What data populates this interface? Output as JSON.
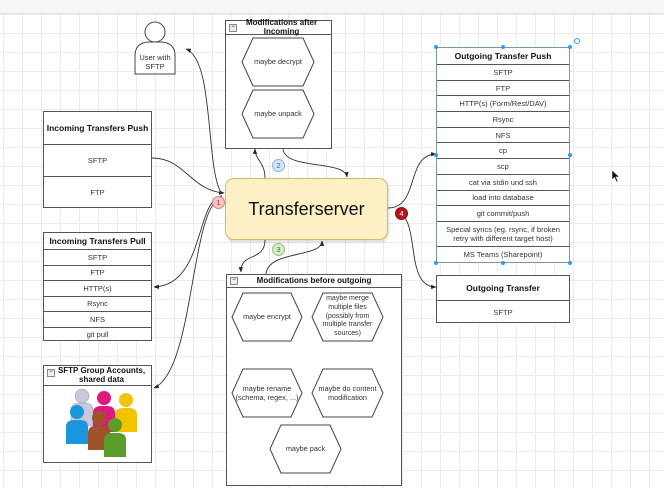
{
  "colors": {
    "server_fill": "#fdf0c4",
    "server_border": "#d9b869",
    "selection": "#2b9cf1",
    "badge_1": "#f6c3c3",
    "badge_2": "#d4e4f8",
    "badge_3": "#d5ebc9",
    "badge_4": "#b4141c"
  },
  "server": {
    "label": "Transferserver"
  },
  "badges": [
    "1",
    "2",
    "3",
    "4"
  ],
  "user": {
    "label_line1": "User with",
    "label_line2": "SFTP"
  },
  "incoming_push": {
    "title": "Incoming Transfers Push",
    "rows": [
      "SFTP",
      "FTP"
    ]
  },
  "incoming_pull": {
    "title": "Incoming Transfers Pull",
    "rows": [
      "SFTP",
      "FTP",
      "HTTP(s)",
      "Rsync",
      "NFS",
      "git pull"
    ]
  },
  "group_accounts": {
    "title_line1": "SFTP Group Accounts,",
    "title_line2": "shared data",
    "people_colors": [
      "#c9c9dd",
      "#e0197d",
      "#f0c400",
      "#1b95de",
      "#a0522d",
      "#5a9e2a"
    ]
  },
  "mods_after_incoming": {
    "title": "Modifications after Incoming",
    "steps": [
      "maybe decrypt",
      "maybe unpack"
    ]
  },
  "mods_before_outgoing": {
    "title": "Modifications before outgoing",
    "steps": [
      "maybe encrypt",
      "maybe merge multiple files (possibly from multiple transfer sources)",
      "maybe rename (schema, regex, ...)",
      "maybe do content modification",
      "maybe pack"
    ]
  },
  "outgoing_push": {
    "title": "Outgoing Transfer Push",
    "rows": [
      "SFTP",
      "FTP",
      "HTTP(s) (Form/Rest/DAV)",
      "Rsync",
      "NFS",
      "cp",
      "scp",
      "cat via stdin und ssh",
      "load into database",
      "git commit/push",
      "Special syncs (eg. rsync, if broken retry with different target host)",
      "MS Teams (Sharepoint)"
    ]
  },
  "outgoing": {
    "title": "Outgoing Transfer",
    "rows": [
      "SFTP"
    ]
  },
  "collapse_symbol": "−"
}
